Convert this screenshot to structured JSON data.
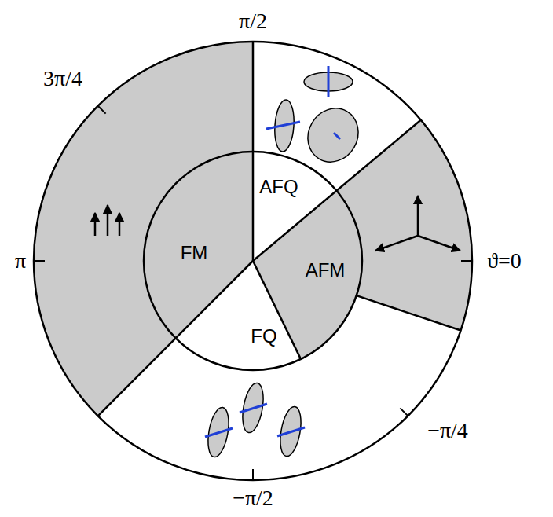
{
  "diagram": {
    "labels": [
      "π/2",
      "3π/4",
      "π",
      "ϑ=0",
      "−π/4",
      "−π/2",
      "AFQ",
      "FM",
      "AFM",
      "FQ"
    ]
  }
}
